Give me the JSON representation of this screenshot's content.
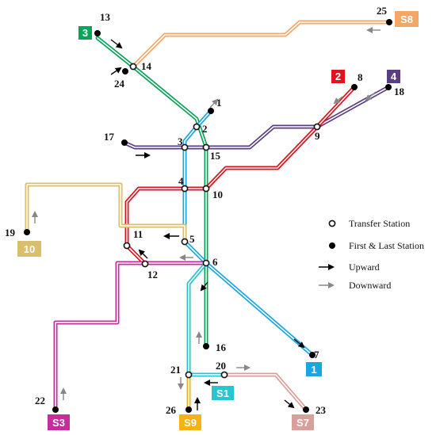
{
  "line_badges": {
    "l1": {
      "text": "1",
      "color": "#1aa7e1"
    },
    "l2": {
      "text": "2",
      "color": "#e0141e"
    },
    "l3": {
      "text": "3",
      "color": "#0aa35a"
    },
    "l4": {
      "text": "4",
      "color": "#5a3f7f"
    },
    "l10": {
      "text": "10",
      "color": "#d9be6b"
    },
    "ls1": {
      "text": "S1",
      "color": "#25c6d0"
    },
    "ls3": {
      "text": "S3",
      "color": "#c62d9c"
    },
    "ls7": {
      "text": "S7",
      "color": "#d9a09b"
    },
    "ls8": {
      "text": "S8",
      "color": "#f2a769"
    },
    "ls9": {
      "text": "S9",
      "color": "#f4b214"
    }
  },
  "colors": {
    "line1": "#1aa7e1",
    "line2": "#e0141e",
    "line3": "#0aa35a",
    "line4": "#5a3f7f",
    "line10": "#d9be6b",
    "lineS1": "#25c6d0",
    "lineS3": "#c62d9c",
    "lineS7": "#d9a09b",
    "lineS8": "#f2a769",
    "lineS9": "#f4b214",
    "upward_arrow": "#000000",
    "downward_arrow": "#888888"
  },
  "stations": {
    "s1": "1",
    "s2": "2",
    "s3": "3",
    "s4": "4",
    "s5": "5",
    "s6": "6",
    "s7": "7",
    "s8": "8",
    "s9": "9",
    "s10": "10",
    "s11": "11",
    "s12": "12",
    "s13": "13",
    "s14": "14",
    "s15": "15",
    "s16": "16",
    "s17": "17",
    "s18": "18",
    "s19": "19",
    "s20": "20",
    "s21": "21",
    "s22": "22",
    "s23": "23",
    "s24": "24",
    "s25": "25",
    "s26": "26"
  },
  "legend": {
    "transfer": "Transfer Station",
    "terminal": "First & Last Station",
    "upward": "Upward",
    "downward": "Downward"
  }
}
